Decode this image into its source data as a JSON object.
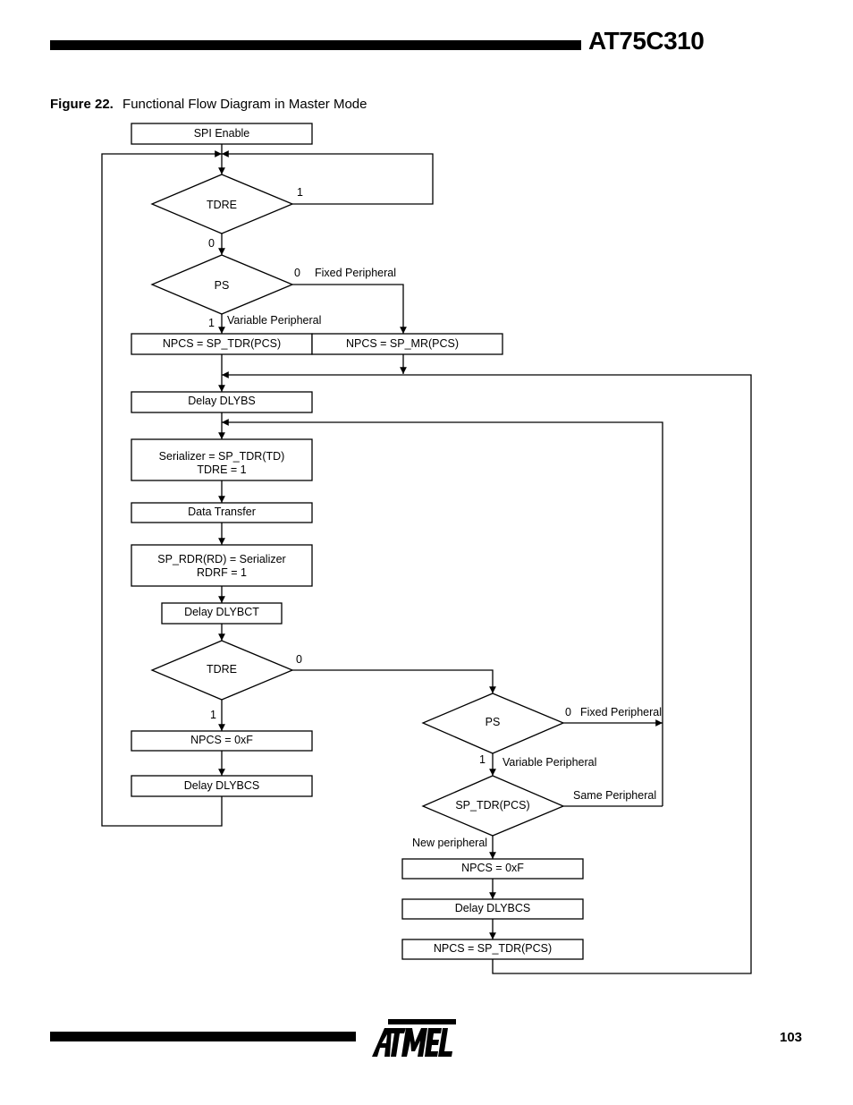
{
  "header": {
    "title": "AT75C310"
  },
  "figure": {
    "label": "Figure 22.",
    "title": "Functional Flow Diagram in Master Mode"
  },
  "flow": {
    "spi_enable": "SPI Enable",
    "tdre_1": "TDRE",
    "tdre_1_yes": "1",
    "tdre_1_no": "0",
    "ps_1": "PS",
    "ps_1_fixed_value": "0",
    "ps_1_fixed_label": "Fixed Peripheral",
    "ps_1_var_value": "1",
    "ps_1_var_label": "Variable Peripheral",
    "npcs_tdr": "NPCS = SP_TDR(PCS)",
    "npcs_mr": "NPCS = SP_MR(PCS)",
    "delay_dlybs": "Delay DLYBS",
    "serializer_line1": "Serializer = SP_TDR(TD)",
    "serializer_line2": "TDRE = 1",
    "data_transfer": "Data Transfer",
    "rdr_line1": "SP_RDR(RD) = Serializer",
    "rdr_line2": "RDRF = 1",
    "delay_dlybct": "Delay DLYBCT",
    "tdre_2": "TDRE",
    "tdre_2_zero": "0",
    "tdre_2_one": "1",
    "npcs_0xf_left": "NPCS = 0xF",
    "delay_dlybcs_left": "Delay DLYBCS",
    "ps_2": "PS",
    "ps_2_fixed_value": "0",
    "ps_2_fixed_label": "Fixed Peripheral",
    "ps_2_var_value": "1",
    "ps_2_var_label": "Variable Peripheral",
    "sp_tdr_pcs": "SP_TDR(PCS)",
    "same_peripheral": "Same Peripheral",
    "new_peripheral": "New peripheral",
    "npcs_0xf_right": "NPCS = 0xF",
    "delay_dlybcs_right": "Delay DLYBCS",
    "npcs_tdr_right": "NPCS = SP_TDR(PCS)"
  },
  "footer": {
    "page_number": "103",
    "logo_text": "ATMEL"
  }
}
